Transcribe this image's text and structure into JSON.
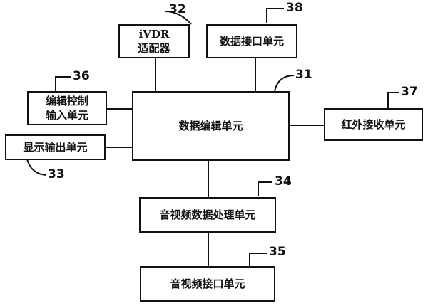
{
  "blocks": {
    "ivdr_adapter": {
      "line1": "iVDR",
      "line2": "适配器"
    },
    "data_interface": {
      "label": "数据接口单元"
    },
    "edit_control_input": {
      "line1": "编辑控制",
      "line2": "输入单元"
    },
    "display_output": {
      "label": "显示输出单元"
    },
    "data_editing": {
      "label": "数据编辑单元"
    },
    "infrared_receiver": {
      "label": "红外接收单元"
    },
    "av_data_processing": {
      "label": "音视频数据处理单元"
    },
    "av_interface": {
      "label": "音视频接口单元"
    }
  },
  "refs": {
    "ivdr_adapter": "32",
    "data_interface": "38",
    "data_editing": "31",
    "edit_control_input": "36",
    "infrared_receiver": "37",
    "display_output": "33",
    "av_data_processing": "34",
    "av_interface": "35"
  }
}
